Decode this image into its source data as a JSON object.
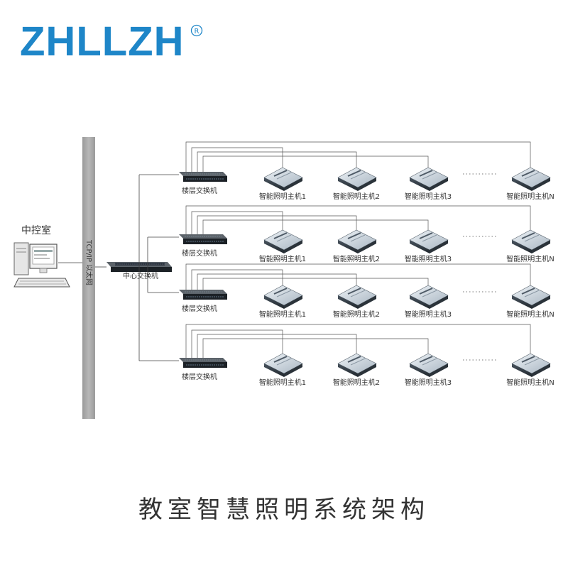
{
  "logo": {
    "text": "ZHLLZH",
    "mark": "R",
    "color": "#1e86c8"
  },
  "control_room": {
    "label": "中控室"
  },
  "backbone": {
    "label": "TCP/IP 以太网"
  },
  "center_switch": {
    "label": "中心交换机"
  },
  "floors": [
    {
      "switch_label": "楼层交换机",
      "hosts": [
        "智能照明主机1",
        "智能照明主机2",
        "智能照明主机3",
        "智能照明主机N"
      ]
    },
    {
      "switch_label": "楼层交换机",
      "hosts": [
        "智能照明主机1",
        "智能照明主机2",
        "智能照明主机3",
        "智能照明主机N"
      ]
    },
    {
      "switch_label": "楼层交换机",
      "hosts": [
        "智能照明主机1",
        "智能照明主机2",
        "智能照明主机3",
        "智能照明主机N"
      ]
    },
    {
      "switch_label": "楼层交换机",
      "hosts": [
        "智能照明主机1",
        "智能照明主机2",
        "智能照明主机3",
        "智能照明主机N"
      ]
    }
  ],
  "caption": "教室智慧照明系统架构"
}
